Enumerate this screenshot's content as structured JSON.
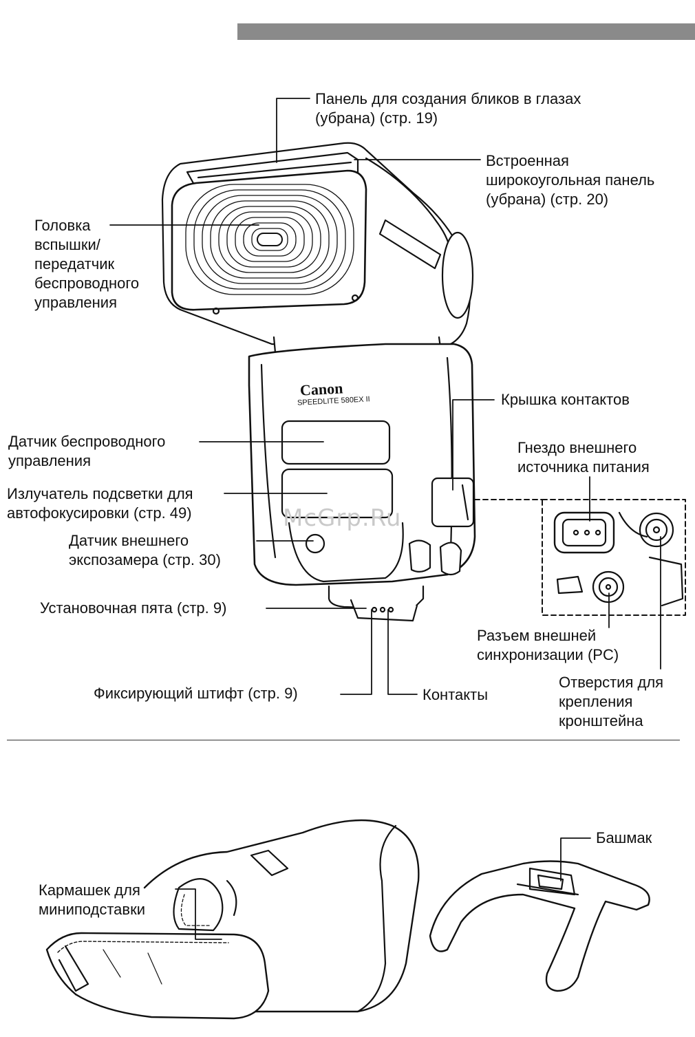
{
  "top": {
    "label_eye_panel": [
      "Панель для создания бликов в глазах",
      "(убрана) (стр. 19)"
    ],
    "label_wide_panel": [
      "Встроенная",
      "широкоугольная панель",
      "(убрана) (стр. 20)"
    ],
    "label_head": [
      "Головка",
      "вспышки/",
      "передатчик",
      "беспроводного",
      "управления"
    ],
    "label_cover": "Крышка контактов",
    "label_power": [
      "Гнездо внешнего",
      "источника питания"
    ],
    "label_wireless_sensor": [
      "Датчик беспроводного",
      "управления"
    ],
    "label_af": [
      "Излучатель подсветки для",
      "автофокусировки (стр. 49)"
    ],
    "label_meter": [
      "Датчик внешнего",
      "экспозамера (стр. 30)"
    ],
    "label_foot": "Установочная пята (стр. 9)",
    "label_pc": [
      "Разъем внешней",
      "синхронизации (PC)"
    ],
    "label_bracket": [
      "Отверстия для",
      "крепления",
      "кронштейна"
    ],
    "label_pin": "Фиксирующий штифт (стр. 9)",
    "label_contacts": "Контакты",
    "brand": "Canon",
    "model": "SPEEDLITE 580EX II",
    "watermark": "McGrp.Ru"
  },
  "bottom": {
    "label_pocket": [
      "Кармашек для",
      "миниподставки"
    ],
    "label_shoe": "Башмак"
  }
}
